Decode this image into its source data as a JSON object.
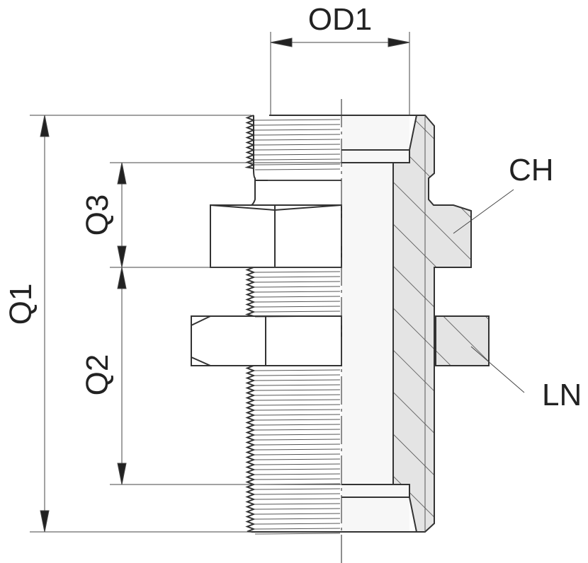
{
  "title": "Bulkhead connector with lock nut — dimension drawing",
  "labels": {
    "od1": "OD1",
    "q1": "Q1",
    "q2": "Q2",
    "q3": "Q3",
    "ch": "CH",
    "ln": "LN"
  },
  "colors": {
    "line": "#333333",
    "section_fill": "#e4e4e4",
    "bore_fill": "#f7f7f7"
  }
}
